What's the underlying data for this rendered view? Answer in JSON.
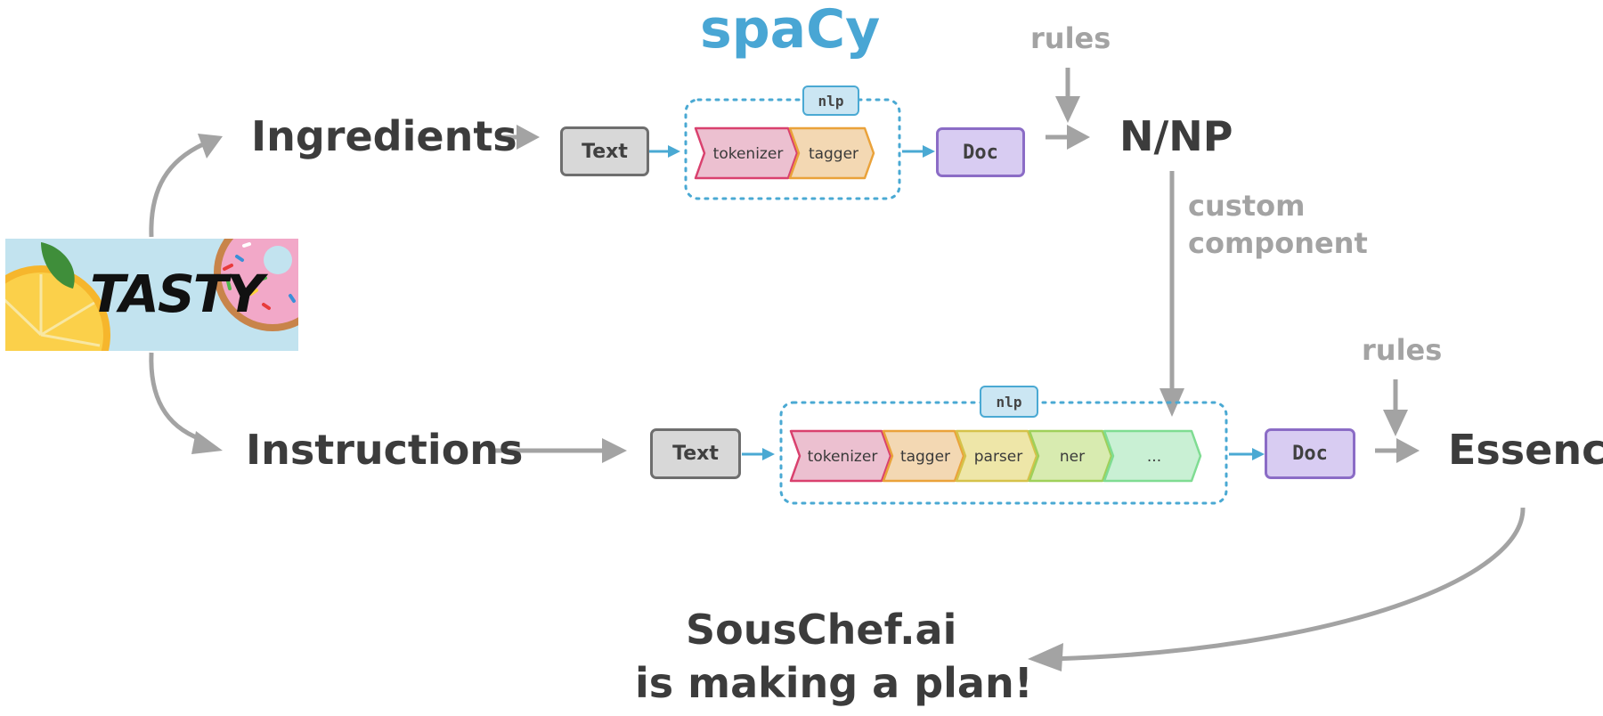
{
  "title": "spaCy",
  "source": {
    "name": "tasty-logo",
    "text": "TASTY"
  },
  "top_row": {
    "label": "Ingredients",
    "text_box": "Text",
    "nlp_badge": "nlp",
    "components": [
      "tokenizer",
      "tagger"
    ],
    "doc_box": "Doc",
    "rules_label": "rules",
    "output": "N/NP"
  },
  "connector": {
    "label_line1": "custom",
    "label_line2": "component"
  },
  "bottom_row": {
    "label": "Instructions",
    "text_box": "Text",
    "nlp_badge": "nlp",
    "components": [
      "tokenizer",
      "tagger",
      "parser",
      "ner",
      "..."
    ],
    "doc_box": "Doc",
    "rules_label": "rules",
    "output": "Essence"
  },
  "conclusion": {
    "line1": "SousChef.ai",
    "line2": "is making a plan!"
  },
  "colors": {
    "title": "#49a6d4",
    "arrow_gray": "#a3a3a3",
    "arrow_blue": "#4aa9d3",
    "tokenizer": "#ecc0d0",
    "tagger": "#f3d8b3",
    "parser": "#eee6a8",
    "ner": "#d8ebb0",
    "ellipsis": "#c9f0d4"
  }
}
